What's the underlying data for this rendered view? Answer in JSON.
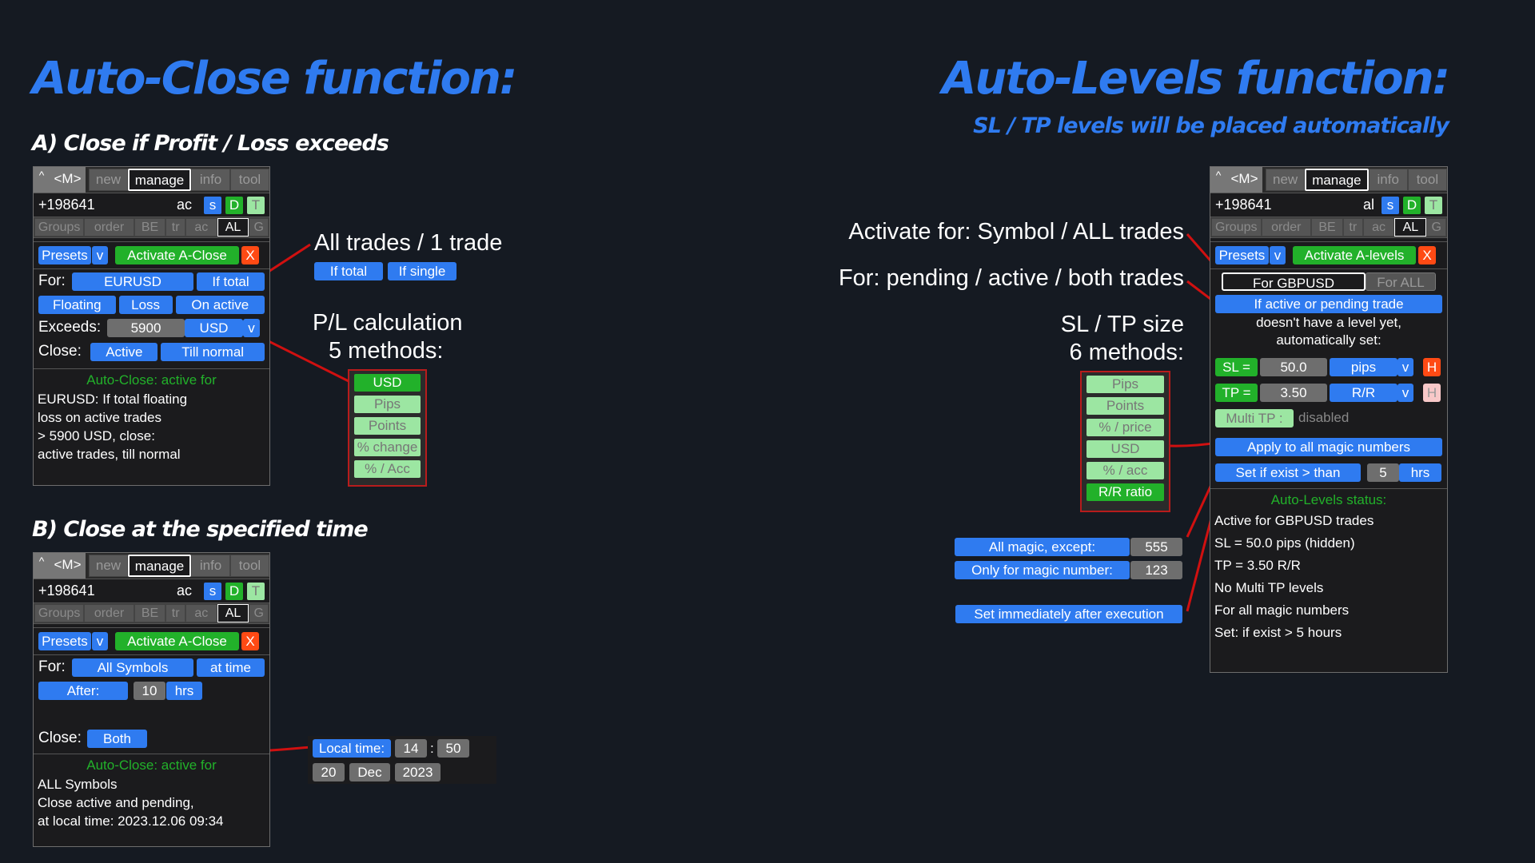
{
  "left": {
    "title": "Auto-Close function:",
    "section_a": "A) Close if Profit / Loss exceeds",
    "section_b": "B) Close at the specified time",
    "note_trades": "All trades / 1 trade",
    "note_trades_buttons": [
      "If total",
      "If single"
    ],
    "note_pl_line1": "P/L calculation",
    "note_pl_line2": "5 methods:",
    "pl_methods": [
      {
        "label": "USD",
        "active": true
      },
      {
        "label": "Pips",
        "active": false
      },
      {
        "label": "Points",
        "active": false
      },
      {
        "label": "% change",
        "active": false
      },
      {
        "label": "% / Acc",
        "active": false
      }
    ],
    "time_widget": {
      "label": "Local time:",
      "hour": "14",
      "sep": ":",
      "minute": "50",
      "day": "20",
      "month": "Dec",
      "year": "2023"
    }
  },
  "panel_common": {
    "caret": "^",
    "m_label": "<M>",
    "tabs": [
      "new",
      "manage",
      "info",
      "tool"
    ],
    "account": "+198641",
    "s": "s",
    "d": "D",
    "t": "T",
    "groups": [
      "Groups",
      "order",
      "BE",
      "tr",
      "ac",
      "AL",
      "G"
    ],
    "presets": "Presets",
    "presets_dd": "v",
    "close_x": "X"
  },
  "panel_a": {
    "mode": "ac",
    "activate": "Activate A-Close",
    "for_label": "For:",
    "symbol": "EURUSD",
    "scope": "If total",
    "type": "Floating",
    "pl": "Loss",
    "target": "On active",
    "exceeds_label": "Exceeds:",
    "exceeds_value": "5900",
    "exceeds_unit": "USD",
    "exceeds_dd": "v",
    "close_label": "Close:",
    "close_what": "Active",
    "close_until": "Till normal",
    "status_title": "Auto-Close: active for",
    "status_lines": [
      "EURUSD: If total floating",
      "loss on active trades",
      "> 5900 USD, close:",
      "active trades, till normal"
    ]
  },
  "panel_b": {
    "mode": "ac",
    "activate": "Activate A-Close",
    "for_label": "For:",
    "symbol": "All Symbols",
    "scope": "at time",
    "after_label": "After:",
    "after_value": "10",
    "after_unit": "hrs",
    "close_label": "Close:",
    "close_what": "Both",
    "status_title": "Auto-Close: active for",
    "status_lines": [
      "ALL Symbols",
      "Close active and pending,",
      "at local time: 2023.12.06 09:34"
    ]
  },
  "right": {
    "title": "Auto-Levels function:",
    "subtitle": "SL / TP levels will be placed automatically",
    "note_activate": "Activate for: Symbol / ALL trades",
    "note_for": "For: pending / active / both trades",
    "note_size_line1": "SL / TP size",
    "note_size_line2": "6 methods:",
    "size_methods": [
      {
        "label": "Pips",
        "active": false
      },
      {
        "label": "Points",
        "active": false
      },
      {
        "label": "% / price",
        "active": false
      },
      {
        "label": "USD",
        "active": false
      },
      {
        "label": "% / acc",
        "active": false
      },
      {
        "label": "R/R ratio",
        "active": true
      }
    ],
    "magic_except_label": "All magic, except:",
    "magic_except_value": "555",
    "magic_only_label": "Only for magic number:",
    "magic_only_value": "123",
    "set_immediately": "Set immediately after execution"
  },
  "panel_c": {
    "mode": "al",
    "activate": "Activate A-levels",
    "for_symbol": "For GBPUSD",
    "for_all": "For ALL",
    "trade_filter": "If active or pending trade",
    "desc_line1": "doesn't have a level yet,",
    "desc_line2": "automatically set:",
    "sl_label": "SL =",
    "sl_value": "50.0",
    "sl_unit": "pips",
    "sl_dd": "v",
    "sl_h": "H",
    "tp_label": "TP =",
    "tp_value": "3.50",
    "tp_unit": "R/R",
    "tp_dd": "v",
    "tp_h": "H",
    "multi_tp": "Multi TP :",
    "multi_tp_state": "disabled",
    "apply_magic": "Apply to all magic numbers",
    "set_if_exist": "Set if exist > than",
    "set_if_value": "5",
    "set_if_unit": "hrs",
    "status_title": "Auto-Levels status:",
    "status_lines": [
      "Active for GBPUSD trades",
      "SL = 50.0 pips (hidden)",
      "TP = 3.50 R/R",
      "No Multi TP levels",
      "For all magic numbers",
      "Set: if exist > 5 hours"
    ]
  },
  "colors": {
    "background": "#151a22",
    "accent_blue": "#2f7bf0",
    "green": "#22b12a",
    "light_green": "#9ce6a2",
    "orange_red": "#ff4a14",
    "connector_red": "#d01010"
  }
}
